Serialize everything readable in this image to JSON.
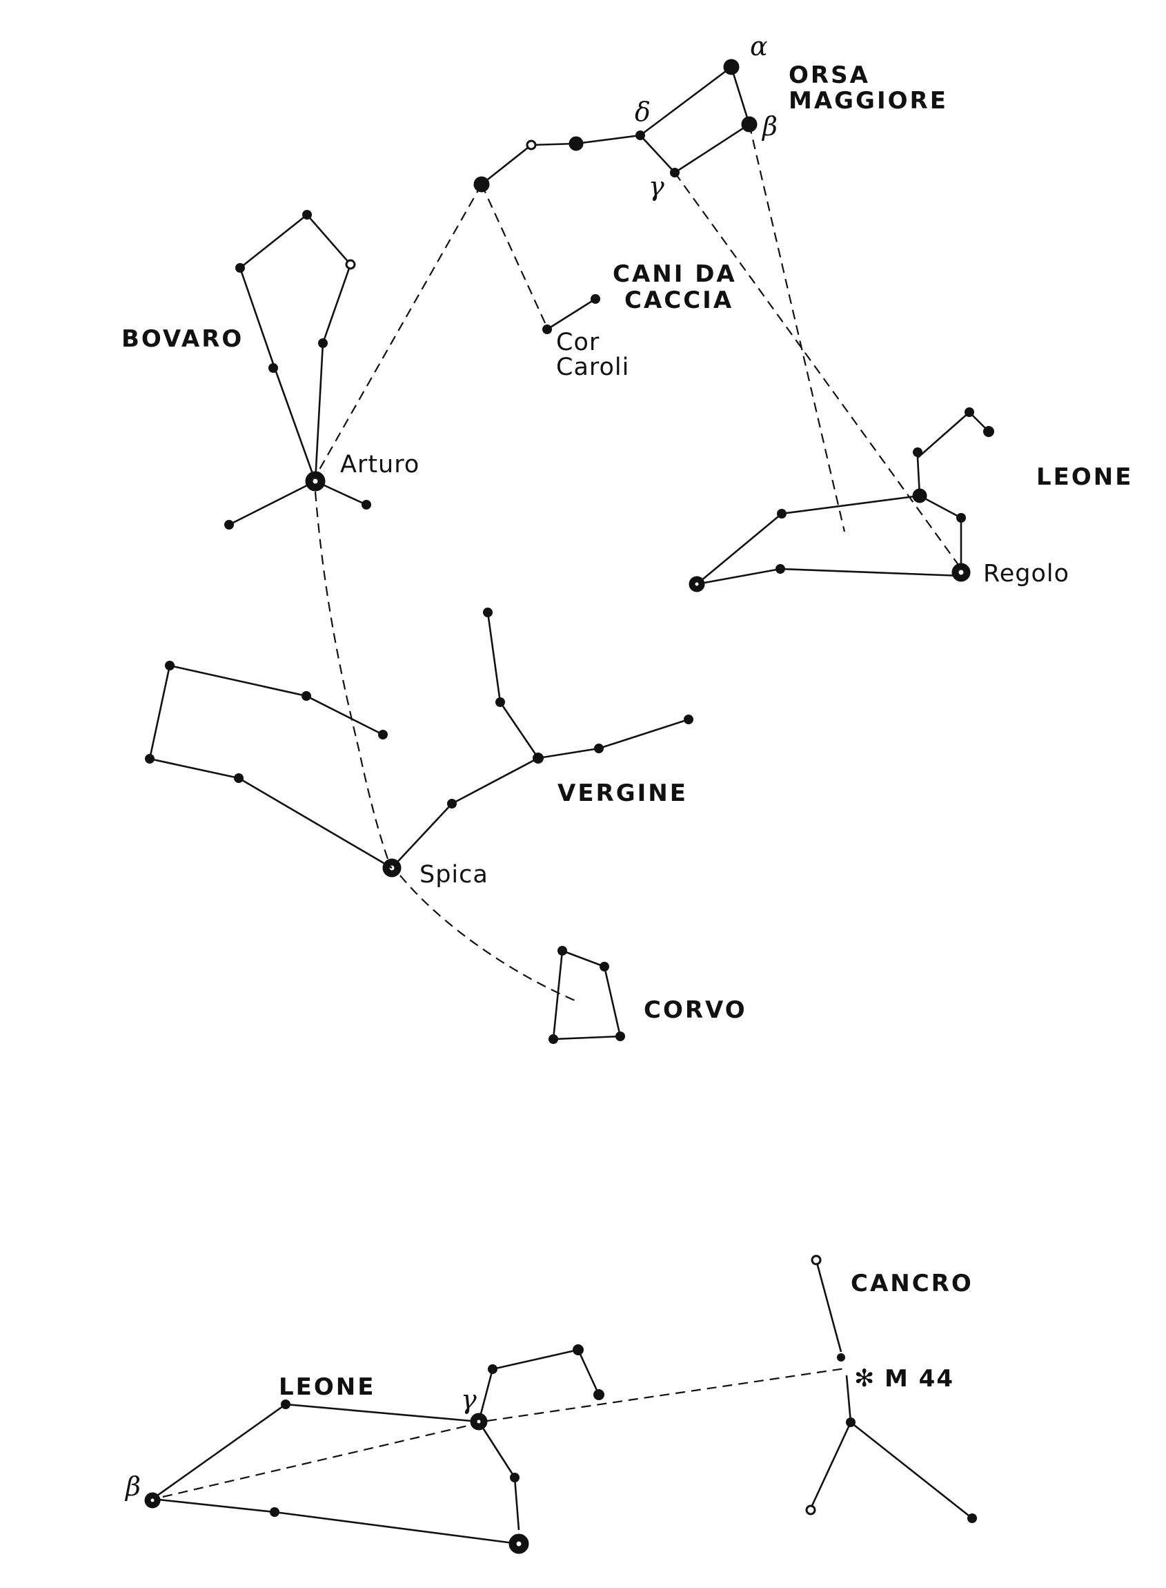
{
  "constellations": {
    "orsa_maggiore": [
      "ORSA",
      "MAGGIORE"
    ],
    "cani_da_caccia": [
      "CANI  DA",
      "CACCIA"
    ],
    "bovaro": "BOVARO",
    "leone_top": "LEONE",
    "vergine": "VERGINE",
    "corvo": "CORVO",
    "cancro": "CANCRO",
    "leone_bottom": "LEONE"
  },
  "stars": {
    "cor_caroli": [
      "Cor",
      "Caroli"
    ],
    "arturo": "Arturo",
    "regolo": "Regolo",
    "spica": "Spica",
    "m44_symbol": "✻",
    "m44": "M 44"
  },
  "greek": {
    "alpha": "α",
    "beta": "β",
    "gamma": "γ",
    "delta": "δ",
    "gamma_leo": "γ",
    "beta_leo": "β"
  }
}
